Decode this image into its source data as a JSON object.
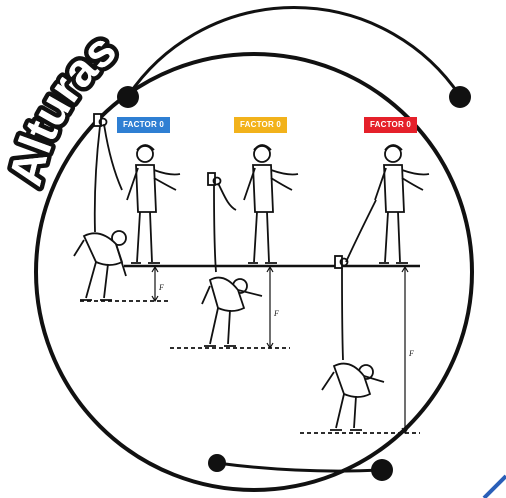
{
  "title": "Alturas",
  "colors": {
    "factor_0": "#2f7fd3",
    "factor_1": "#f2b21b",
    "factor_2": "#e5202a",
    "line": "#111111",
    "accent": "#2a5fb8"
  },
  "panels": [
    {
      "badge": "FACTOR 0",
      "distance_label": "F"
    },
    {
      "badge": "FACTOR 0",
      "distance_label": "F"
    },
    {
      "badge": "FACTOR 0",
      "distance_label": "F"
    }
  ]
}
